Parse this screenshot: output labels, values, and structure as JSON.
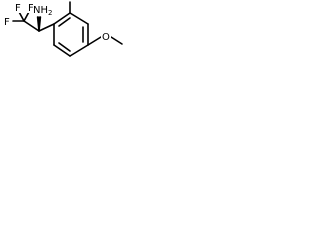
{
  "molecule": {
    "atoms": {
      "f_top_left": "F",
      "f_top_right": "F",
      "f_left": "F",
      "amine": "NH",
      "amine_subscript": "2",
      "methoxy": "O"
    },
    "stereo_marker": "wedge",
    "colors": {
      "bond": "#000000",
      "label": "#000000",
      "background": "#ffffff"
    }
  }
}
